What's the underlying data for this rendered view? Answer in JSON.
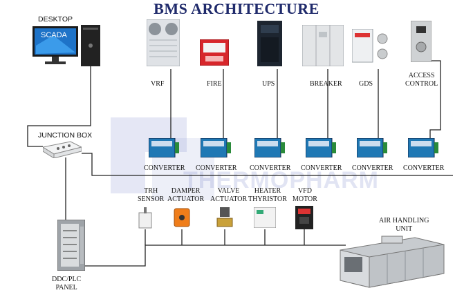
{
  "title": "BMS ARCHITECTURE",
  "watermark": "THERMOPHARM",
  "desktop": {
    "label": "DESKTOP",
    "screen_text": "SCADA"
  },
  "junction_box": {
    "label": "JUNCTION BOX"
  },
  "field_devices": [
    {
      "key": "vrf",
      "label": "VRF"
    },
    {
      "key": "fire",
      "label": "FIRE"
    },
    {
      "key": "ups",
      "label": "UPS"
    },
    {
      "key": "breaker",
      "label": "BREAKER"
    },
    {
      "key": "gds",
      "label": "GDS"
    },
    {
      "key": "access",
      "label": "ACCESS\nCONTROL"
    }
  ],
  "converter_label": "CONVERTER",
  "sensors": [
    {
      "key": "trh",
      "label": "TRH\nSENSOR"
    },
    {
      "key": "damper",
      "label": "DAMPER\nACTUATOR"
    },
    {
      "key": "valve",
      "label": "VALVE\nACTUATOR"
    },
    {
      "key": "heater",
      "label": "HEATER\nTHYRISTOR"
    },
    {
      "key": "vfd",
      "label": "VFD\nMOTOR"
    }
  ],
  "panel": {
    "label": "DDC/PLC\nPANEL"
  },
  "ahu": {
    "label": "AIR HANDLING\nUNIT"
  }
}
